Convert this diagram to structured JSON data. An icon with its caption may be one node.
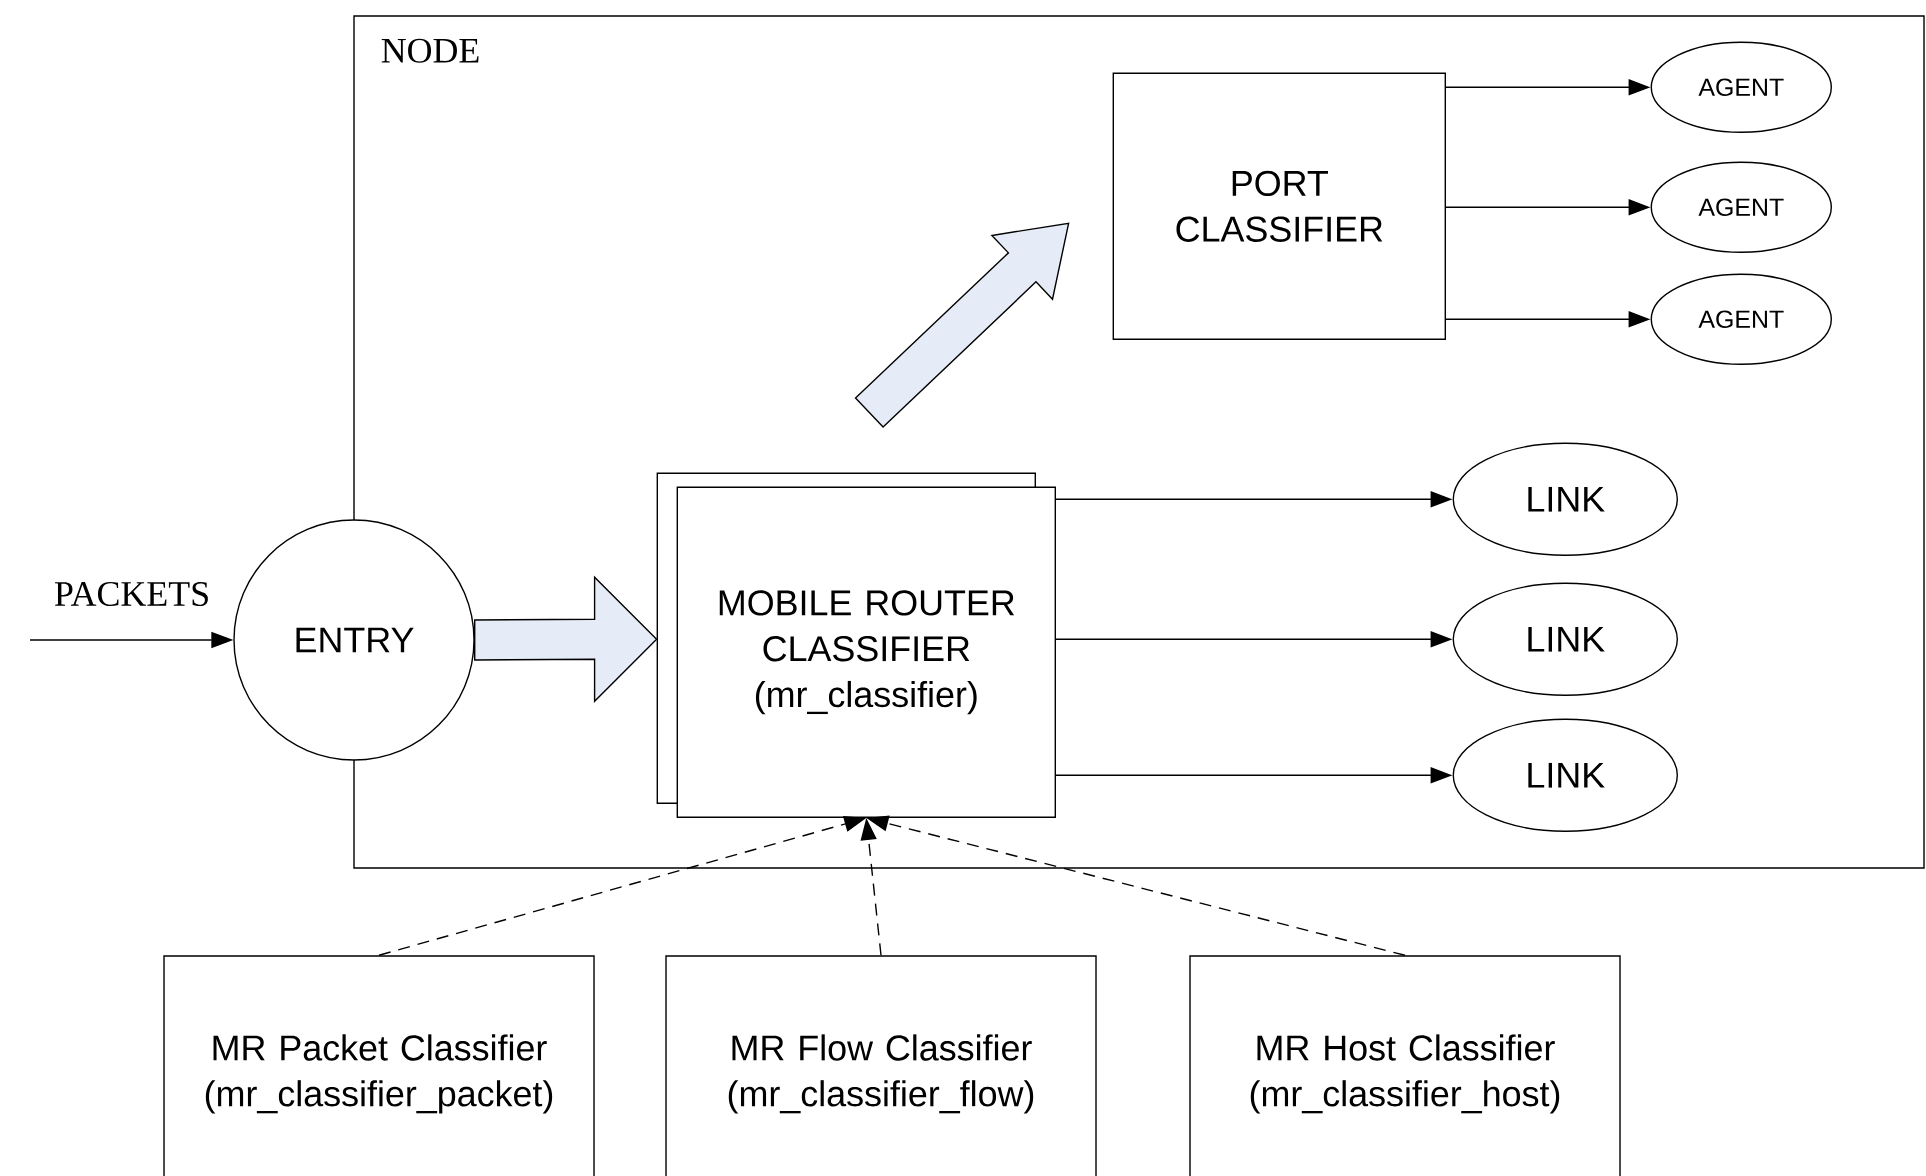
{
  "diagram": {
    "nodes": [
      {
        "text": [
          "NODE"
        ]
      },
      {
        "text": [
          "PORT CLASSIFIER"
        ],
        "in": 0
      },
      {
        "text": [
          "AGENT"
        ],
        "in": 0
      },
      {
        "text": [
          "AGENT"
        ],
        "in": 0
      },
      {
        "text": [
          "AGENT"
        ],
        "in": 0
      },
      {
        "text": [
          "ENTRY"
        ]
      },
      {
        "text": [
          "MOBILE ROUTER CLASSIFIER",
          "(mr_classifier)"
        ],
        "in": 0
      },
      {
        "text": [
          "LINK"
        ],
        "in": 0
      },
      {
        "text": [
          "LINK"
        ],
        "in": 0
      },
      {
        "text": [
          "LINK"
        ],
        "in": 0
      },
      {
        "text": [
          "MR Packet Classifier",
          "(mr_classifier_packet)"
        ]
      },
      {
        "text": [
          "MR Flow Classifier",
          "(mr_classifier_flow)"
        ]
      },
      {
        "text": [
          "MR Host Classifier",
          "(mr_classifier_host)"
        ]
      }
    ],
    "edges": [
      {
        "from": null,
        "to": 5,
        "arrow": "to",
        "label": "PACKETS"
      },
      {
        "from": 5,
        "to": 6,
        "arrow": "to",
        "style": "thick"
      },
      {
        "from": 6,
        "to": 1,
        "arrow": "to",
        "style": "thick"
      },
      {
        "from": 1,
        "to": 2,
        "arrow": "to"
      },
      {
        "from": 1,
        "to": 3,
        "arrow": "to"
      },
      {
        "from": 1,
        "to": 4,
        "arrow": "to"
      },
      {
        "from": 6,
        "to": 7,
        "arrow": "to"
      },
      {
        "from": 6,
        "to": 8,
        "arrow": "to"
      },
      {
        "from": 6,
        "to": 9,
        "arrow": "to"
      },
      {
        "from": 10,
        "to": 6,
        "arrow": "to",
        "style": "dashed"
      },
      {
        "from": 11,
        "to": 6,
        "arrow": "to",
        "style": "dashed"
      },
      {
        "from": 12,
        "to": 6,
        "arrow": "to",
        "style": "dashed"
      }
    ]
  }
}
